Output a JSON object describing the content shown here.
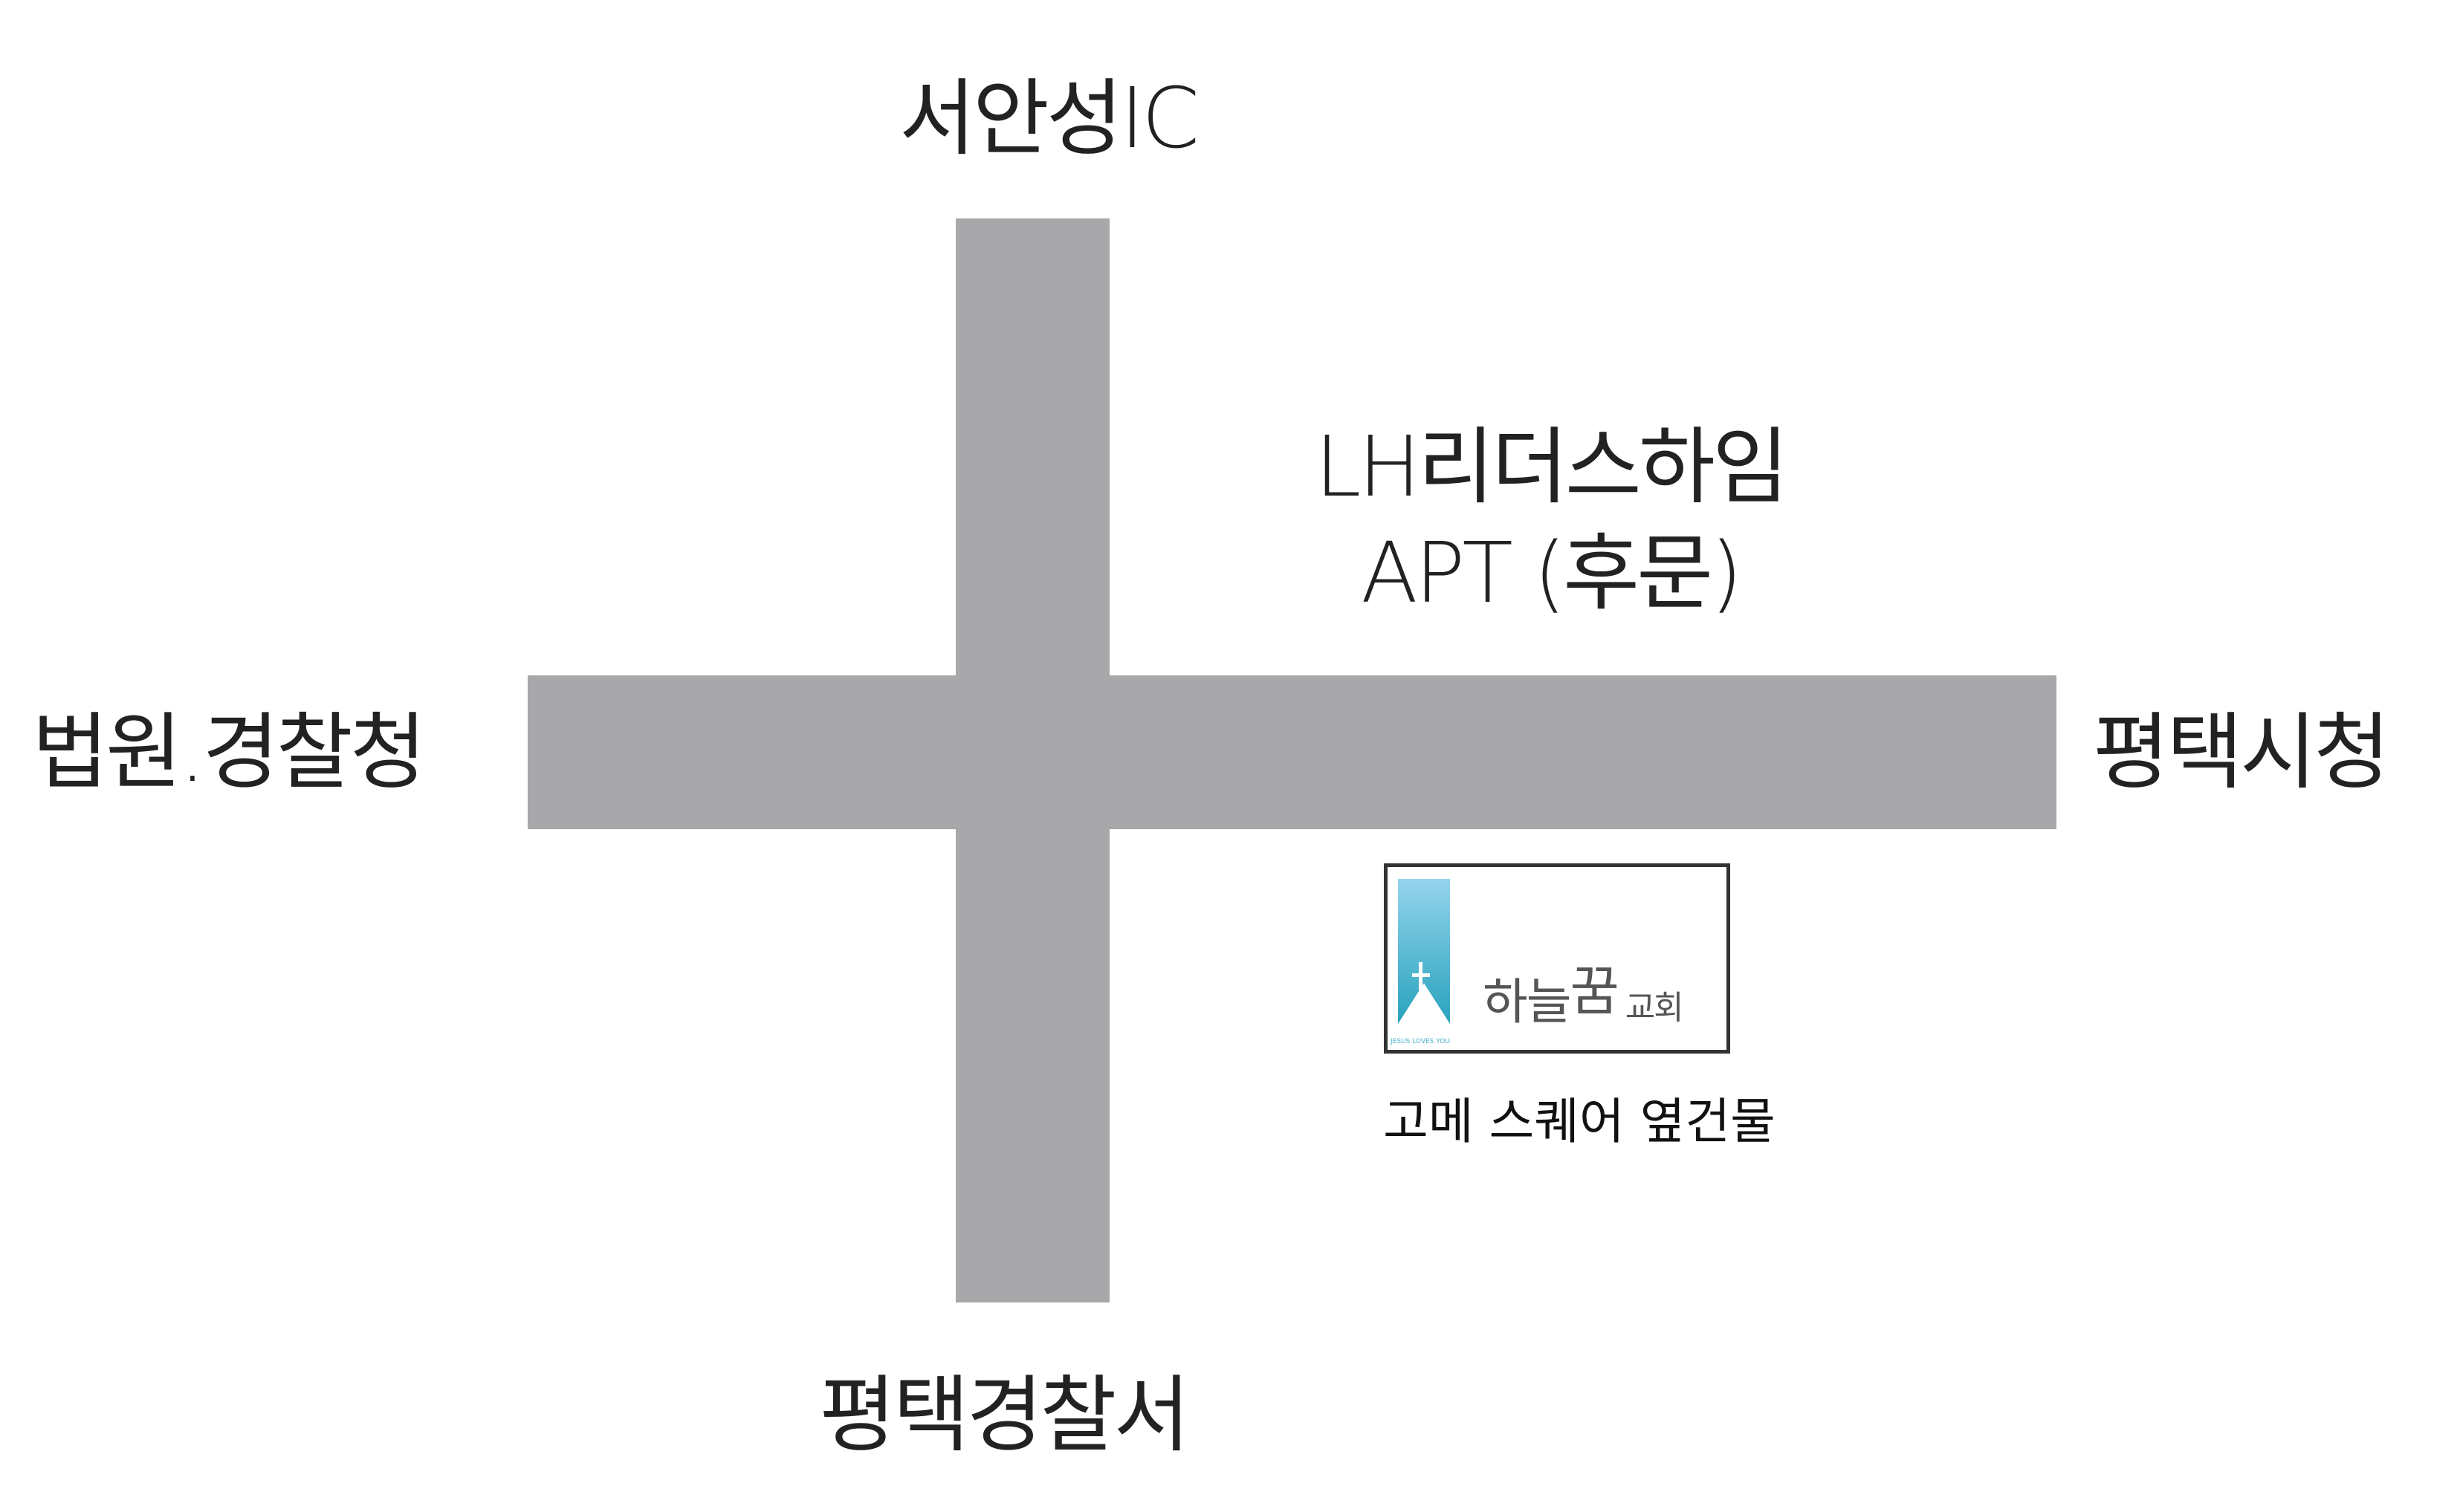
{
  "map": {
    "north_label": "서안성IC",
    "south_label": "평택경찰서",
    "west_label": "법원.경찰청",
    "east_label": "평택시청",
    "landmark_line1": "LH리더스하임",
    "landmark_line2": "APT (후문)",
    "road_color": "#a8a8aa"
  },
  "church": {
    "name_part1": "하늘",
    "name_part2": "꿈",
    "name_part3": "교회",
    "tagline": "JESUS LOVES YOU",
    "caption": "고메 스퀘어 옆건물",
    "logo_color": "#29a3bd"
  }
}
